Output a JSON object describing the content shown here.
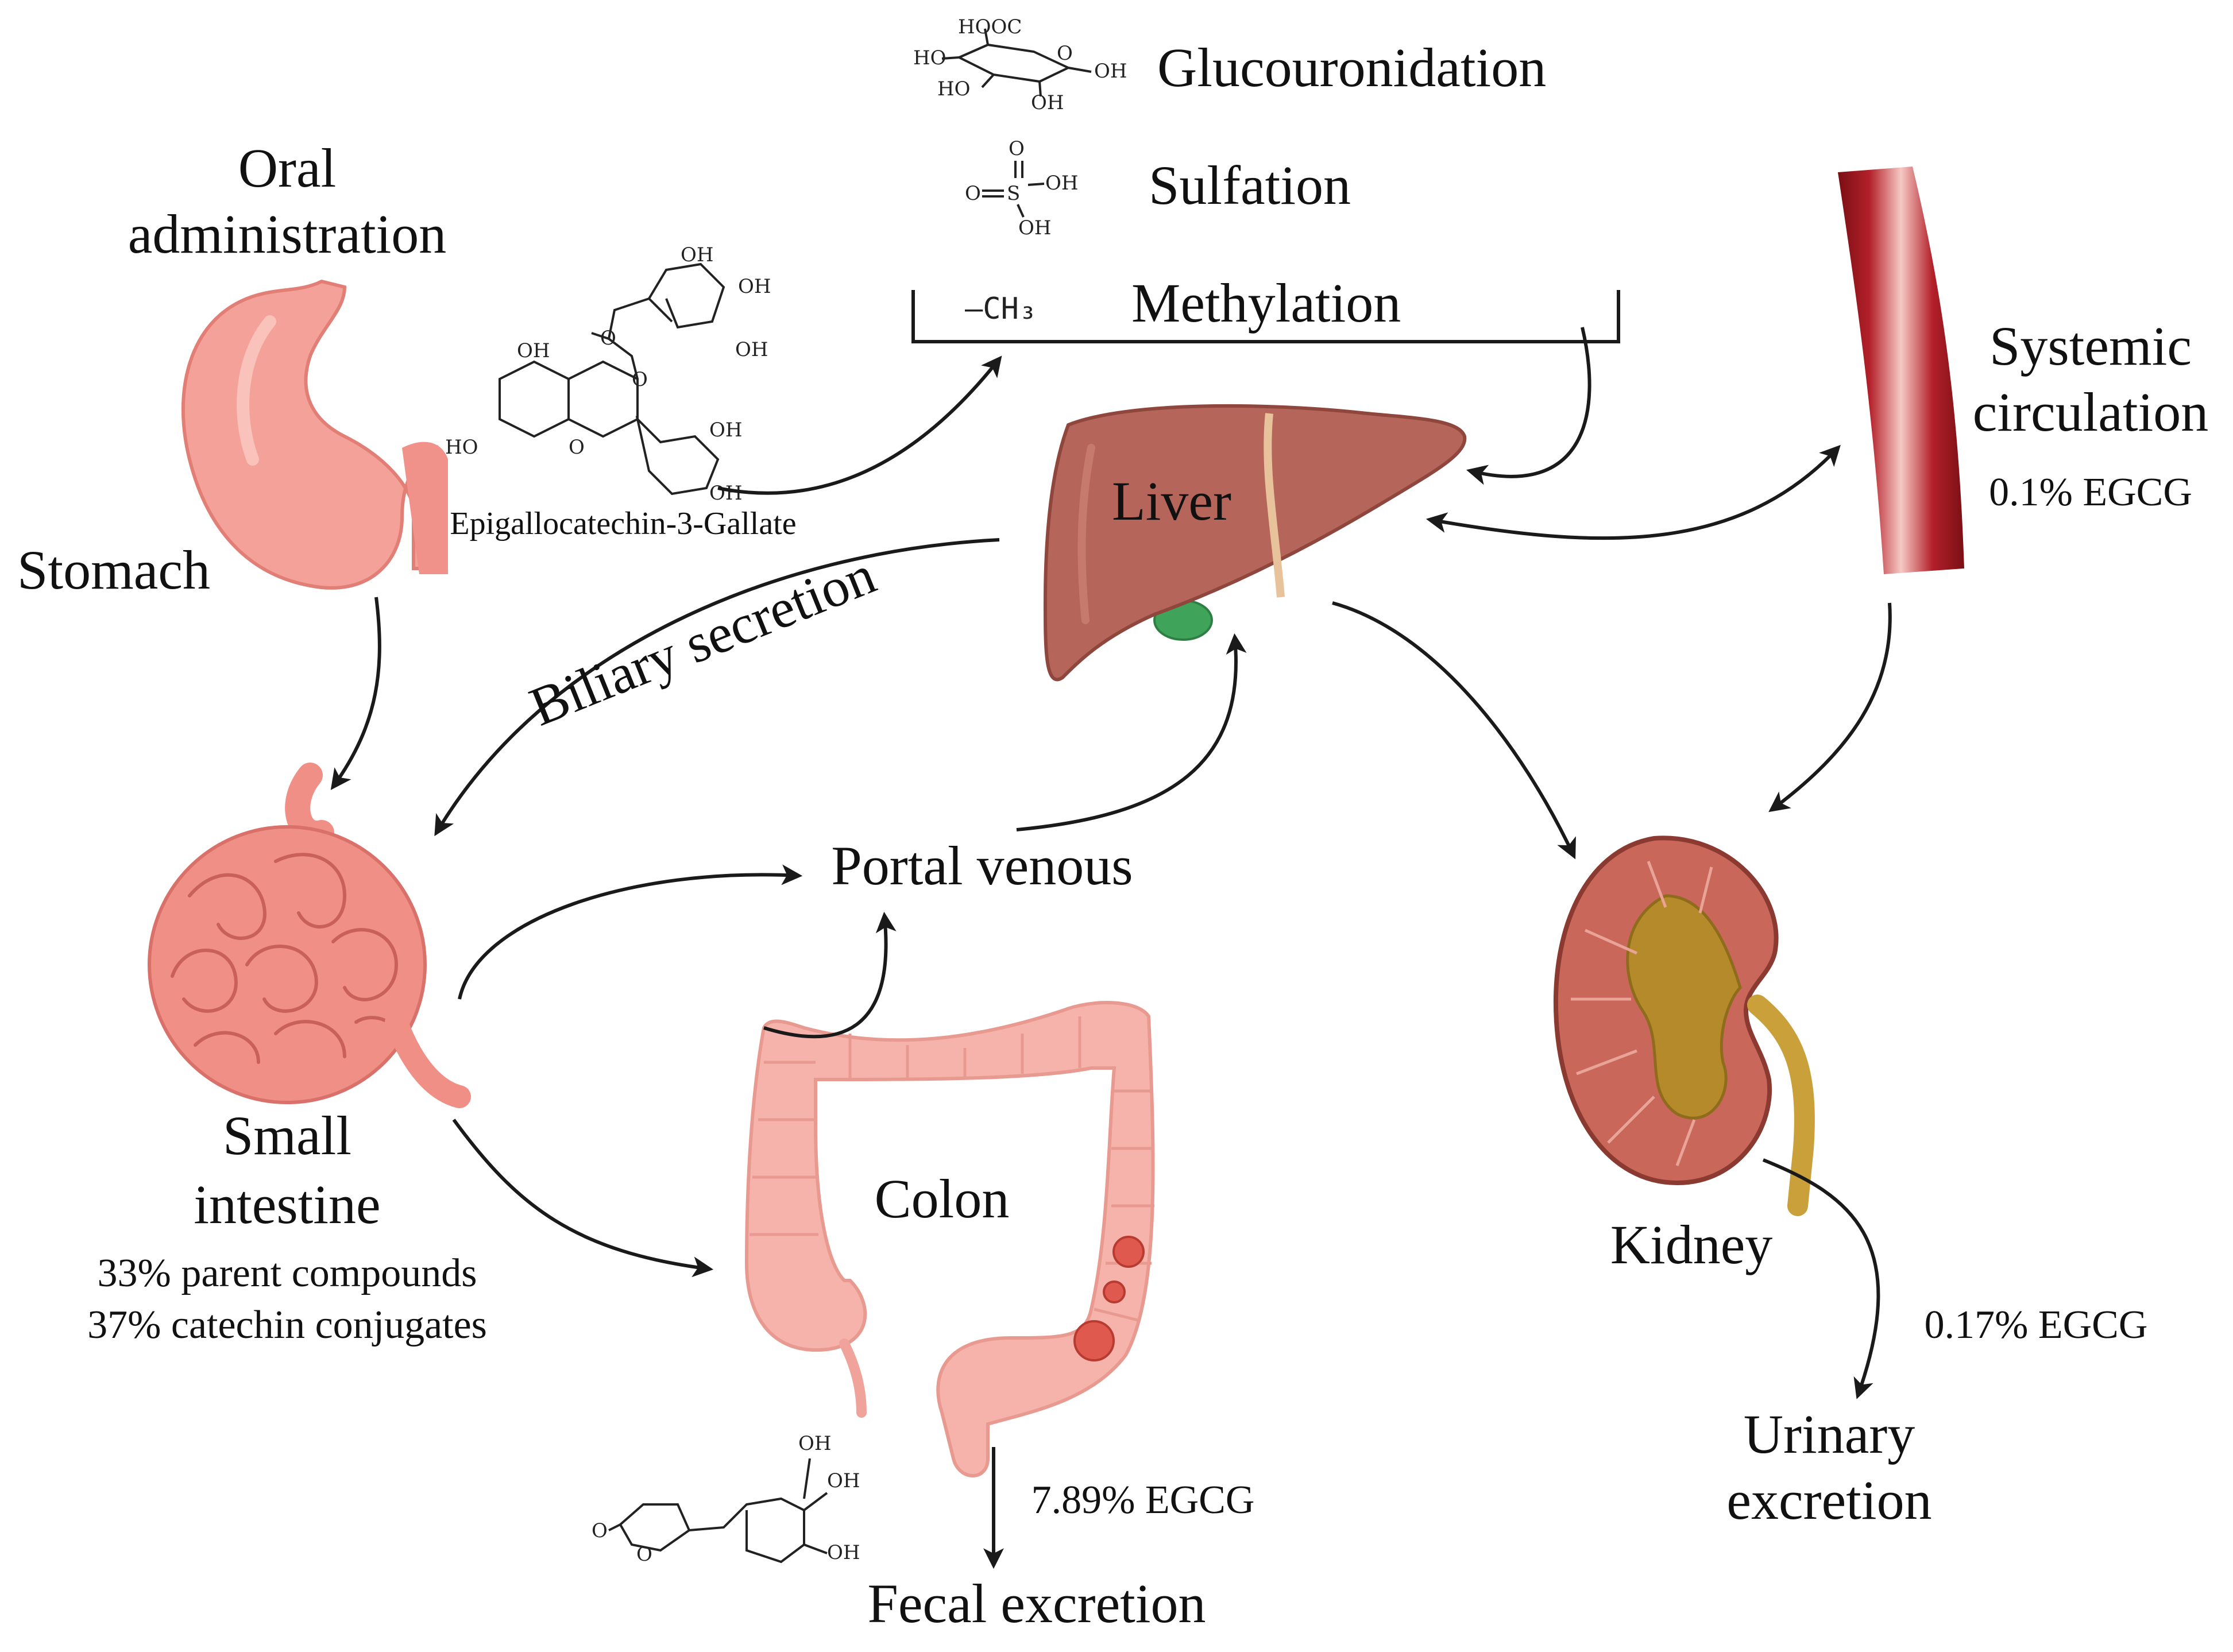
{
  "labels": {
    "oral_line1": "Oral",
    "oral_line2": "administration",
    "stomach": "Stomach",
    "egcg_name": "Epigallocatechin-3-Gallate",
    "glucuronidation": "Glucouronidation",
    "sulfation": "Sulfation",
    "methylation": "Methylation",
    "liver": "Liver",
    "systemic_line1": "Systemic",
    "systemic_line2": "circulation",
    "systemic_pct": "0.1% EGCG",
    "biliary": "Biliary secretion",
    "portal": "Portal venous",
    "small_line1": "Small",
    "small_line2": "intestine",
    "small_parent": "33% parent compounds",
    "small_conj": "37% catechin conjugates",
    "colon": "Colon",
    "kidney": "Kidney",
    "kidney_pct": "0.17% EGCG",
    "urinary_line1": "Urinary",
    "urinary_line2": "excretion",
    "fecal_pct": "7.89% EGCG",
    "fecal": "Fecal excretion"
  },
  "chem": {
    "hooc": "HOOC",
    "ho": "HO",
    "oh": "OH",
    "o": "O",
    "s": "S",
    "methyl_group": "—CH₃"
  },
  "colors": {
    "stomach": "#f4a199",
    "intestine": "#ef8f86",
    "colon": "#f5b3ab",
    "liver": "#b5655a",
    "liver_dark": "#8e463d",
    "gallbladder": "#3fa35a",
    "vessel": "#a51d24",
    "kidney": "#c9675a",
    "kidney_core": "#b48a2a"
  }
}
